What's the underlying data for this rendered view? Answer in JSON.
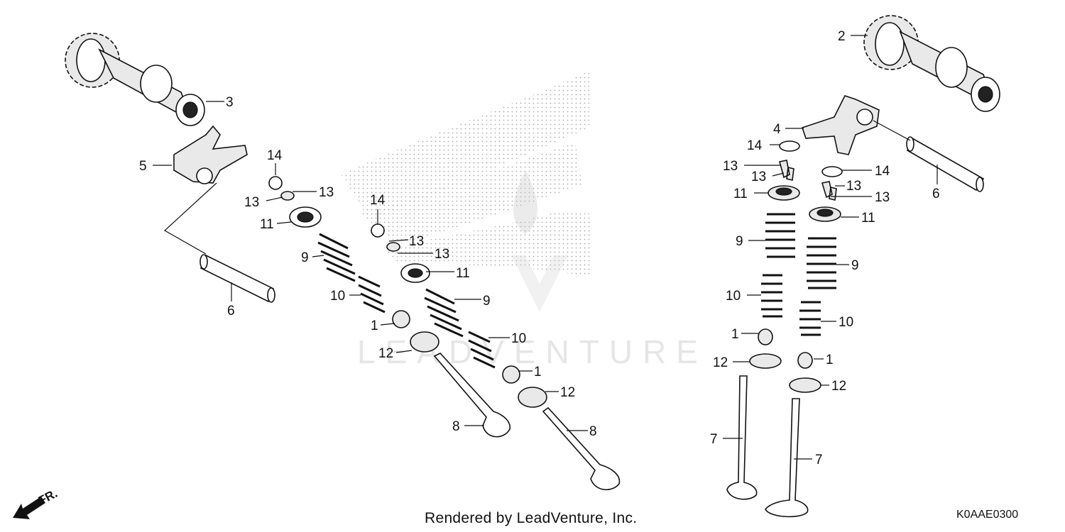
{
  "watermark": {
    "text": "LEADVENTURE"
  },
  "footer": {
    "credit": "Rendered by LeadVenture, Inc.",
    "diagram_code": "K0AAE0300"
  },
  "front_indicator": {
    "label": "FR."
  },
  "callouts": {
    "l_3": "3",
    "l_5": "5",
    "l_6": "6",
    "l_14a": "14",
    "l_13a": "13",
    "l_13b": "13",
    "l_11a": "11",
    "l_9a": "9",
    "l_10a": "10",
    "l_1a": "1",
    "l_12a": "12",
    "l_14b": "14",
    "l_13c": "13",
    "l_13d": "13",
    "l_11b": "11",
    "l_9b": "9",
    "l_10b": "10",
    "l_1b": "1",
    "l_12b": "12",
    "l_8a": "8",
    "l_8b": "8",
    "r_2": "2",
    "r_4": "4",
    "r_6": "6",
    "r_14a": "14",
    "r_13a": "13",
    "r_13b": "13",
    "r_11a": "11",
    "r_9a": "9",
    "r_10a": "10",
    "r_1a": "1",
    "r_12a": "12",
    "r_7a": "7",
    "r_14b": "14",
    "r_13c": "13",
    "r_13d": "13",
    "r_11b": "11",
    "r_9b": "9",
    "r_10b": "10",
    "r_1b": "1",
    "r_12b": "12",
    "r_7b": "7"
  }
}
